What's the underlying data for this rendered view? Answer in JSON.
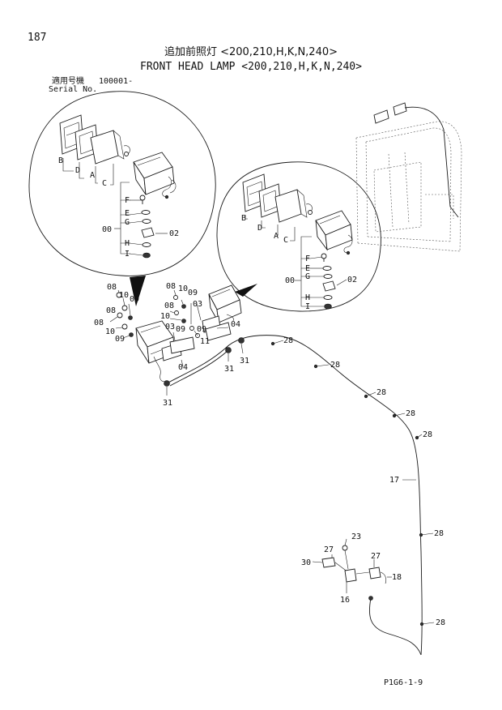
{
  "header": {
    "page_number": "187",
    "title_jp": "追加前照灯 <200,210,H,K,N,240>",
    "title_en": "FRONT HEAD LAMP <200,210,H,K,N,240>",
    "serial_label_jp": "適用号機",
    "serial_number": "100001-",
    "serial_label_en": "Serial No."
  },
  "callouts": {
    "detail_left": {
      "B": "B",
      "D": "D",
      "A": "A",
      "C": "C",
      "F": "F",
      "E": "E",
      "G": "G",
      "H": "H",
      "I": "I",
      "00": "00",
      "02": "02"
    },
    "detail_right": {
      "B": "B",
      "D": "D",
      "A": "A",
      "C": "C",
      "F": "F",
      "E": "E",
      "G": "G",
      "H": "H",
      "I": "I",
      "00": "00",
      "02": "02"
    },
    "parts": {
      "p08": "08",
      "p10": "10",
      "p09": "09",
      "p03": "03",
      "p04": "04",
      "p11": "11",
      "p31": "31",
      "p28": "28",
      "p17": "17",
      "p23": "23",
      "p27": "27",
      "p30": "30",
      "p16": "16",
      "p18": "18"
    }
  },
  "footer": {
    "code": "P1G6-1-9"
  }
}
